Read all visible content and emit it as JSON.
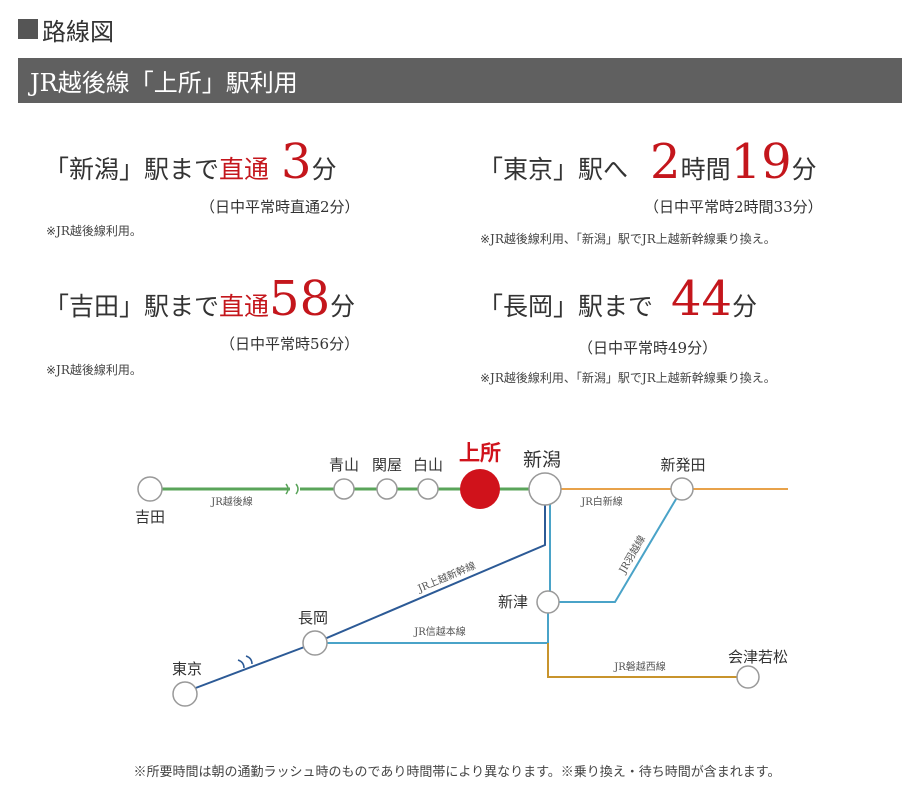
{
  "header": {
    "section_title": "路線図",
    "banner": "JR越後線「上所」駅利用"
  },
  "routes": [
    {
      "prefix": "「新潟」駅まで",
      "mid_red": "直通",
      "number": "3",
      "unit": "分",
      "sub": "（日中平常時直通2分）",
      "note": "※JR越後線利用。"
    },
    {
      "prefix": "「東京」駅へ",
      "mid_red": "",
      "number": "2",
      "unit": "時間",
      "number2": "19",
      "unit2": "分",
      "sub": "（日中平常時2時間33分）",
      "note": "※JR越後線利用、「新潟」駅でJR上越新幹線乗り換え。"
    },
    {
      "prefix": "「吉田」駅まで",
      "mid_red": "直通",
      "number": "58",
      "unit": "分",
      "sub": "（日中平常時56分）",
      "note": "※JR越後線利用。"
    },
    {
      "prefix": "「長岡」駅まで",
      "mid_red": "",
      "number": "44",
      "unit": "分",
      "sub": "（日中平常時49分）",
      "note": "※JR越後線利用、「新潟」駅でJR上越新幹線乗り換え。"
    }
  ],
  "map": {
    "stations": {
      "yoshida": "吉田",
      "aoyama": "青山",
      "sekiya": "関屋",
      "hakusan": "白山",
      "joshu": "上所",
      "niigata": "新潟",
      "shinhotta": "新発田",
      "niitsu": "新津",
      "nagaoka": "長岡",
      "tokyo": "東京",
      "aizu": "会津若松"
    },
    "lines": {
      "echigo": "JR越後線",
      "hakushin": "JR白新線",
      "joetsu_shinkansen": "JR上越新幹線",
      "uetsu": "JR羽越線",
      "shinetsu": "JR信越本線",
      "banetsu": "JR磐越西線"
    },
    "colors": {
      "echigo": "#5aa45a",
      "hakushin": "#e8a24a",
      "joetsu_shinkansen": "#2c5a96",
      "uetsu": "#4aa3c8",
      "shinetsu": "#4aa3c8",
      "banetsu": "#c8942c",
      "highlight": "#d0121b"
    }
  },
  "footnote": "※所要時間は朝の通勤ラッシュ時のものであり時間帯により異なります。※乗り換え・待ち時間が含まれます。"
}
